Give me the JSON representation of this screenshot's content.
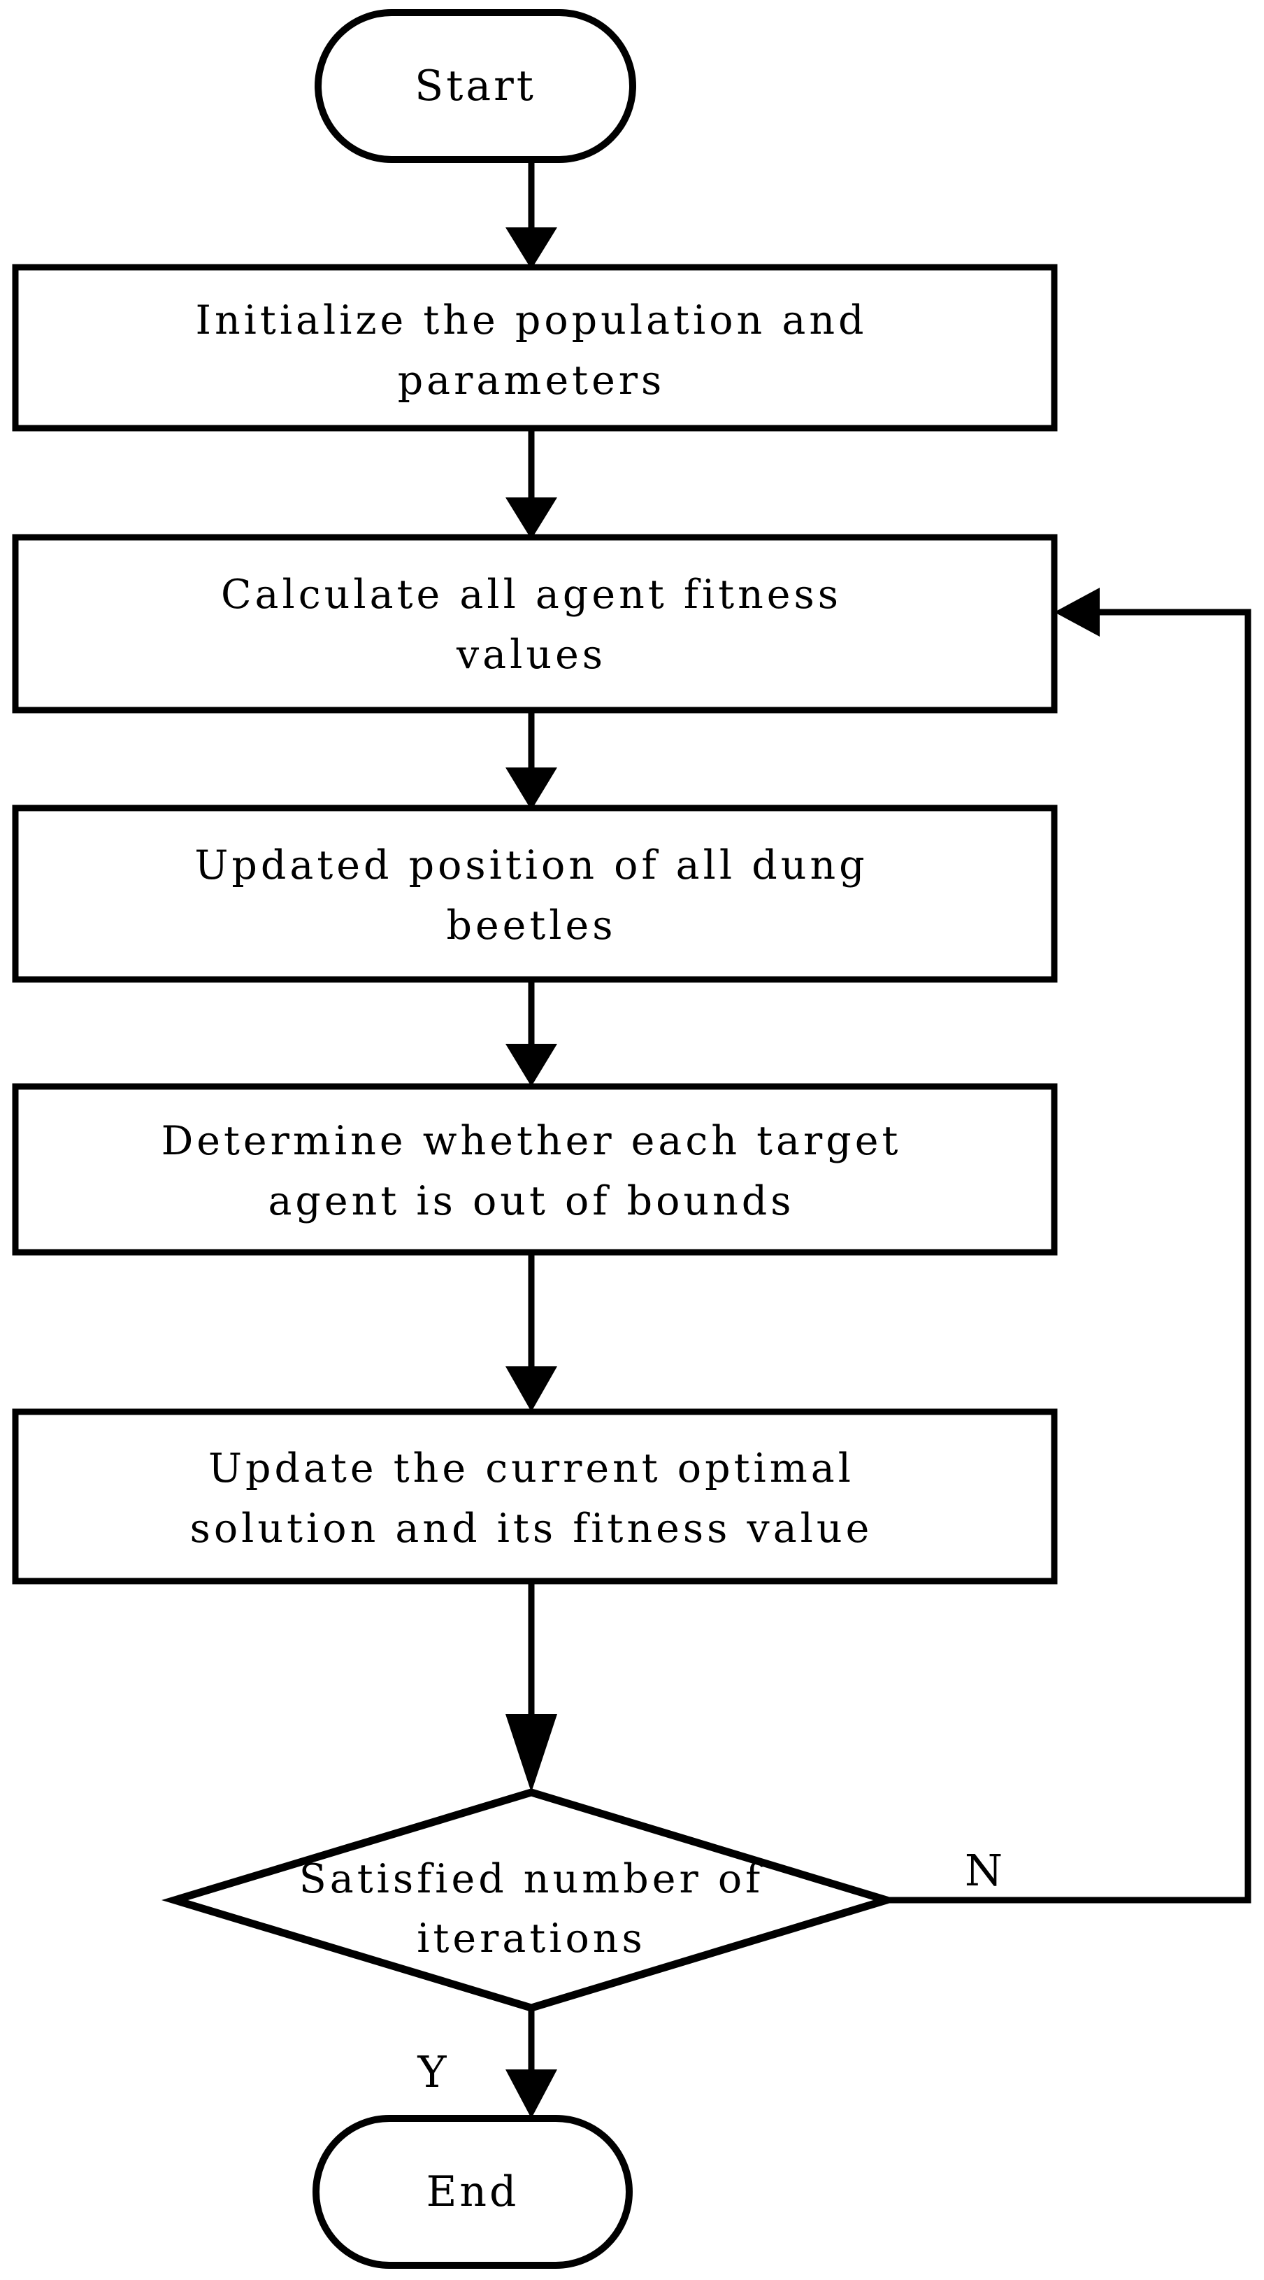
{
  "diagram": {
    "title": "Dung Beetle Optimizer algorithm flowchart",
    "type": "flowchart",
    "colors": {
      "background": "#ffffff",
      "stroke": "#000000",
      "text": "#000000",
      "fill": "#ffffff"
    },
    "nodes": [
      {
        "id": "start",
        "shape": "terminal",
        "label": "Start",
        "lines": [
          "Start"
        ]
      },
      {
        "id": "init",
        "shape": "process",
        "label": "Initialize the population and parameters",
        "lines": [
          "Initialize the population and",
          "parameters"
        ]
      },
      {
        "id": "fitness",
        "shape": "process",
        "label": "Calculate all agent fitness values",
        "lines": [
          "Calculate all agent fitness",
          "values"
        ]
      },
      {
        "id": "update-position",
        "shape": "process",
        "label": "Updated position of all dung beetles",
        "lines": [
          "Updated position of all dung",
          "beetles"
        ]
      },
      {
        "id": "bounds-check",
        "shape": "process",
        "label": "Determine whether each target agent is out of bounds",
        "lines": [
          "Determine whether each target",
          "agent is out of bounds"
        ]
      },
      {
        "id": "update-optimal",
        "shape": "process",
        "label": "Update the current optimal solution and its fitness value",
        "lines": [
          "Update the current optimal",
          "solution and its fitness value"
        ]
      },
      {
        "id": "decision-iterations",
        "shape": "decision",
        "label": "Satisfied number of iterations",
        "lines": [
          "Satisfied number of",
          "iterations"
        ]
      },
      {
        "id": "end",
        "shape": "terminal",
        "label": "End",
        "lines": [
          "End"
        ]
      }
    ],
    "edges": [
      {
        "id": "e-start-init",
        "from": "start",
        "to": "init",
        "label": ""
      },
      {
        "id": "e-init-fitness",
        "from": "init",
        "to": "fitness",
        "label": ""
      },
      {
        "id": "e-fitness-position",
        "from": "fitness",
        "to": "update-position",
        "label": ""
      },
      {
        "id": "e-position-bounds",
        "from": "update-position",
        "to": "bounds-check",
        "label": ""
      },
      {
        "id": "e-bounds-optimal",
        "from": "bounds-check",
        "to": "update-optimal",
        "label": ""
      },
      {
        "id": "e-optimal-decision",
        "from": "update-optimal",
        "to": "decision-iterations",
        "label": ""
      },
      {
        "id": "e-decision-no",
        "from": "decision-iterations",
        "to": "fitness",
        "label": "N"
      },
      {
        "id": "e-decision-yes",
        "from": "decision-iterations",
        "to": "end",
        "label": "Y"
      }
    ],
    "branch_labels": {
      "no": "N",
      "yes": "Y"
    }
  }
}
